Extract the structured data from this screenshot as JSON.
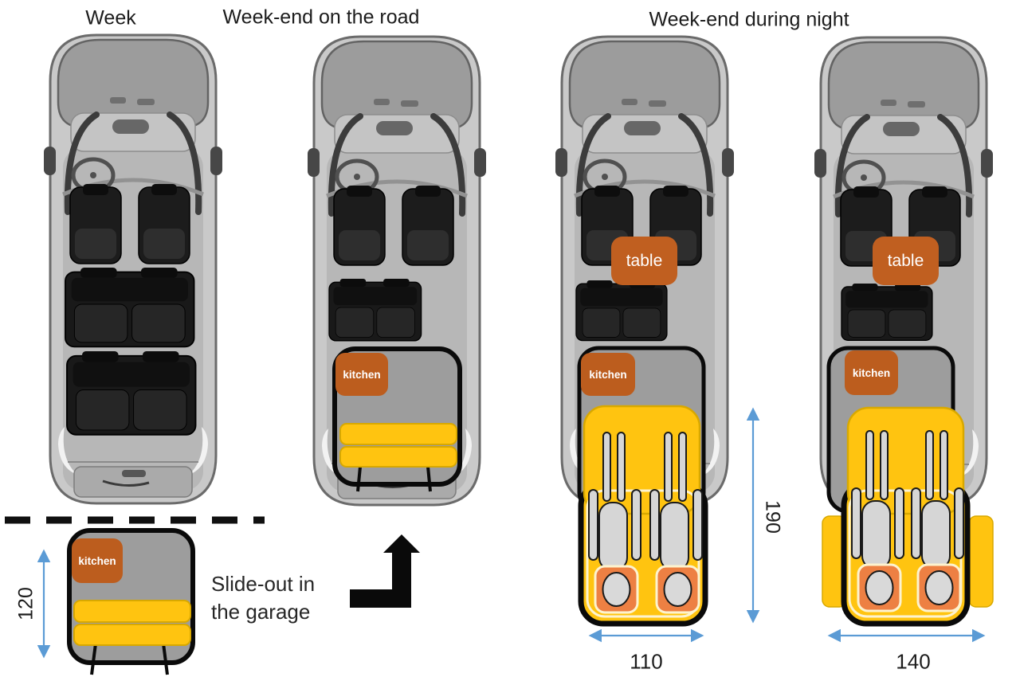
{
  "diagram": {
    "titles": {
      "week": "Week",
      "weekend_road": "Week-end on the road",
      "weekend_night": "Week-end during night"
    },
    "labels": {
      "kitchen": "kitchen",
      "table": "table"
    },
    "caption": {
      "line1": "Slide-out in",
      "line2": "the garage"
    },
    "dimensions": {
      "garage_height": "120",
      "bed_length": "190",
      "bed_width_small": "110",
      "bed_width_large": "140"
    }
  },
  "colors": {
    "kitchen_box": "#bc5d1e",
    "table_box": "#c05f20",
    "module_gray": "#9d9d9d",
    "bed_yellow": "#ffc410",
    "bed_outline": "#d8a800",
    "pillow_orange": "#ed8043",
    "sleeper_gray": "#d6d6d6",
    "dimension_blue": "#5b9bd5",
    "outline_black": "#0a0a0a"
  }
}
